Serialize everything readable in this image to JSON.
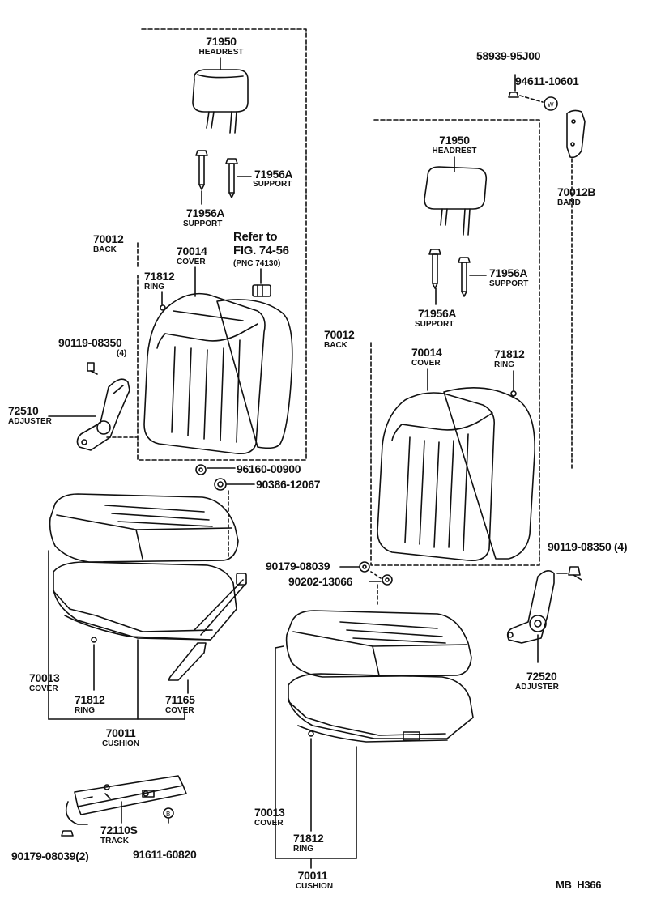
{
  "diagram_code": "MB  H366",
  "left_seat": {
    "headrest": {
      "pn": "71950",
      "name": "HEADREST"
    },
    "support_right": {
      "pn": "71956A",
      "name": "SUPPORT"
    },
    "support_left": {
      "pn": "71956A",
      "name": "SUPPORT"
    },
    "back": {
      "pn": "70012",
      "name": "BACK"
    },
    "back_cover": {
      "pn": "70014",
      "name": "COVER"
    },
    "refer": {
      "line1": "Refer to",
      "line2": "FIG. 74-56",
      "line3": "(PNC 74130)"
    },
    "ring_upper": {
      "pn": "71812",
      "name": "RING"
    },
    "bolt_adjuster": {
      "pn": "90119-08350",
      "qty": "(4)"
    },
    "adjuster": {
      "pn": "72510",
      "name": "ADJUSTER"
    },
    "washer_a": {
      "pn": "96160-00900"
    },
    "washer_b": {
      "pn": "90386-12067"
    },
    "cushion_cover": {
      "pn": "70013",
      "name": "COVER"
    },
    "ring_lower": {
      "pn": "71812",
      "name": "RING"
    },
    "side_cover": {
      "pn": "71165",
      "name": "COVER"
    },
    "cushion": {
      "pn": "70011",
      "name": "CUSHION"
    },
    "track": {
      "pn": "72110S",
      "name": "TRACK"
    },
    "bolt_track": {
      "pn": "90179-08039(2)"
    },
    "bolt_track2": {
      "pn": "91611-60820"
    }
  },
  "right_seat": {
    "bolt_top": {
      "pn": "58939-95J00"
    },
    "washer_top": {
      "pn": "94611-10601"
    },
    "band": {
      "pn": "70012B",
      "name": "BAND"
    },
    "headrest": {
      "pn": "71950",
      "name": "HEADREST"
    },
    "support_right": {
      "pn": "71956A",
      "name": "SUPPORT"
    },
    "support_left": {
      "pn": "71956A",
      "name": "SUPPORT"
    },
    "back": {
      "pn": "70012",
      "name": "BACK"
    },
    "back_cover": {
      "pn": "70014",
      "name": "COVER"
    },
    "ring_upper": {
      "pn": "71812",
      "name": "RING"
    },
    "bolt_adjuster": {
      "pn": "90119-08350  (4)"
    },
    "adjuster": {
      "pn": "72520",
      "name": "ADJUSTER"
    },
    "bolt_mid": {
      "pn": "90179-08039"
    },
    "washer_mid": {
      "pn": "90202-13066"
    },
    "cushion_cover": {
      "pn": "70013",
      "name": "COVER"
    },
    "ring_lower": {
      "pn": "71812",
      "name": "RING"
    },
    "cushion": {
      "pn": "70011",
      "name": "CUSHION"
    }
  }
}
